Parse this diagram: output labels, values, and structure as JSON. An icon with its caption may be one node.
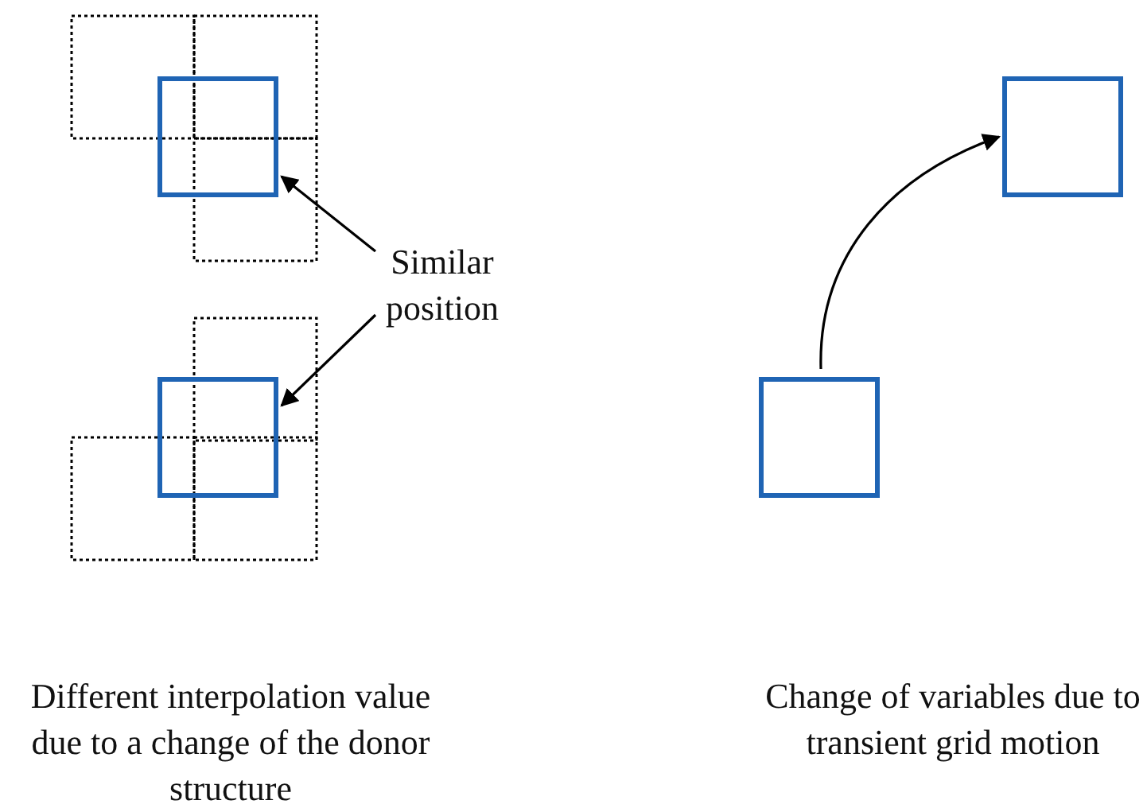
{
  "diagram": {
    "nodes": [
      {
        "text": [],
        "shape": "box"
      },
      {
        "text": [],
        "shape": "box"
      },
      {
        "text": [
          "Similar position"
        ]
      },
      {
        "text": [],
        "shape": "box"
      },
      {
        "text": [],
        "shape": "box"
      }
    ],
    "edges": [
      {
        "from": 2,
        "to": 0,
        "arrow": "to"
      },
      {
        "from": 2,
        "to": 1,
        "arrow": "to"
      },
      {
        "from": 4,
        "to": 3,
        "arrow": "to"
      }
    ],
    "labels": [
      "Different interpolation value due to a change of the donor structure",
      "Change of variables due to transient grid motion"
    ]
  }
}
